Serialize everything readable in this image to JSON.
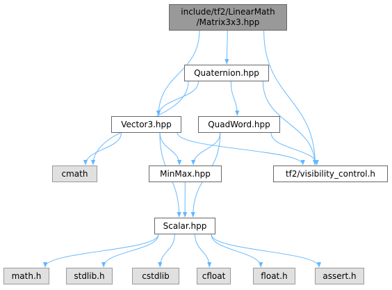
{
  "diagram": {
    "nodes": {
      "root": {
        "label": "include/tf2/LinearMath\n/Matrix3x3.hpp",
        "kind": "root"
      },
      "quaternion": {
        "label": "Quaternion.hpp",
        "kind": "doc"
      },
      "vector3": {
        "label": "Vector3.hpp",
        "kind": "doc"
      },
      "quadword": {
        "label": "QuadWord.hpp",
        "kind": "doc"
      },
      "cmath": {
        "label": "cmath",
        "kind": "sys"
      },
      "minmax": {
        "label": "MinMax.hpp",
        "kind": "doc"
      },
      "visibility": {
        "label": "tf2/visibility_control.h",
        "kind": "doc"
      },
      "scalar": {
        "label": "Scalar.hpp",
        "kind": "doc"
      },
      "math_h": {
        "label": "math.h",
        "kind": "sys"
      },
      "stdlib_h": {
        "label": "stdlib.h",
        "kind": "sys"
      },
      "cstdlib": {
        "label": "cstdlib",
        "kind": "sys"
      },
      "cfloat": {
        "label": "cfloat",
        "kind": "sys"
      },
      "float_h": {
        "label": "float.h",
        "kind": "sys"
      },
      "assert_h": {
        "label": "assert.h",
        "kind": "sys"
      }
    },
    "edges": [
      [
        "root",
        "quaternion"
      ],
      [
        "root",
        "vector3"
      ],
      [
        "root",
        "visibility"
      ],
      [
        "quaternion",
        "cmath"
      ],
      [
        "quaternion",
        "vector3"
      ],
      [
        "quaternion",
        "quadword"
      ],
      [
        "quaternion",
        "visibility"
      ],
      [
        "vector3",
        "cmath"
      ],
      [
        "vector3",
        "minmax"
      ],
      [
        "vector3",
        "visibility"
      ],
      [
        "vector3",
        "scalar"
      ],
      [
        "quadword",
        "minmax"
      ],
      [
        "quadword",
        "visibility"
      ],
      [
        "quadword",
        "scalar"
      ],
      [
        "minmax",
        "scalar"
      ],
      [
        "scalar",
        "math_h"
      ],
      [
        "scalar",
        "stdlib_h"
      ],
      [
        "scalar",
        "cstdlib"
      ],
      [
        "scalar",
        "cfloat"
      ],
      [
        "scalar",
        "float_h"
      ],
      [
        "scalar",
        "assert_h"
      ]
    ],
    "colors": {
      "edge": "#63b8ff",
      "root_fill": "#999999",
      "sys_fill": "#e0e0e0",
      "border": "#666666"
    }
  }
}
